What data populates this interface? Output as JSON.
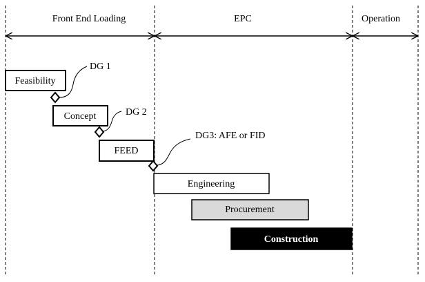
{
  "phases": [
    {
      "key": "fel",
      "label": "Front End Loading"
    },
    {
      "key": "epc",
      "label": "EPC"
    },
    {
      "key": "op",
      "label": "Operation"
    }
  ],
  "stages": [
    {
      "key": "feasibility",
      "label": "Feasibility",
      "fill": "#ffffff"
    },
    {
      "key": "concept",
      "label": "Concept",
      "fill": "#ffffff"
    },
    {
      "key": "feed",
      "label": "FEED",
      "fill": "#ffffff"
    },
    {
      "key": "engineering",
      "label": "Engineering",
      "fill": "#ffffff"
    },
    {
      "key": "procurement",
      "label": "Procurement",
      "fill": "#d9d9d9"
    },
    {
      "key": "construction",
      "label": "Construction",
      "fill": "#000000"
    }
  ],
  "decision_gates": [
    {
      "key": "dg1",
      "label": "DG 1"
    },
    {
      "key": "dg2",
      "label": "DG 2"
    },
    {
      "key": "dg3",
      "label": "DG3: AFE or FID"
    }
  ]
}
